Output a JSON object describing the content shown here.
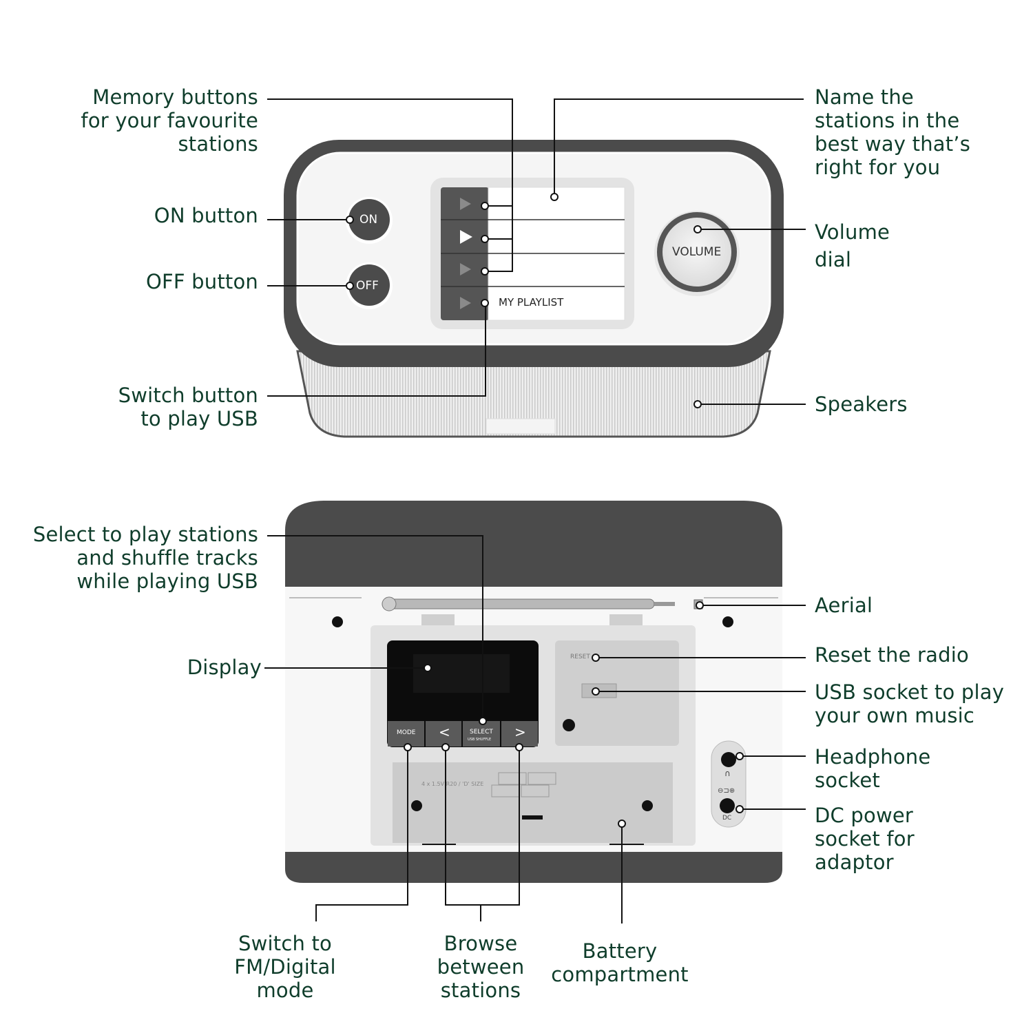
{
  "colors": {
    "label_text": "#0f3d2b",
    "body_dark": "#4a4a4a",
    "body_light": "#f2f2f2",
    "leader_line": "#111111"
  },
  "top_view": {
    "labels": {
      "memory": [
        "Memory buttons",
        "for your favourite",
        "stations"
      ],
      "on": "ON button",
      "off": "OFF button",
      "switch_usb": [
        "Switch button",
        "to play USB"
      ],
      "name": [
        "Name the",
        "stations in the",
        "best way that’s",
        "right for you"
      ],
      "volume": [
        "Volume",
        "dial"
      ],
      "speakers": "Speakers"
    },
    "device": {
      "on_button": "ON",
      "off_button": "OFF",
      "volume_dial": "VOLUME",
      "memory_slots": [
        "",
        "",
        "",
        "MY PLAYLIST"
      ],
      "play_icon": "play-triangle-icon"
    }
  },
  "back_view": {
    "labels": {
      "select": [
        "Select to play stations",
        "and shuffle tracks",
        "while playing USB"
      ],
      "display": "Display",
      "aerial": "Aerial",
      "reset": "Reset the radio",
      "usb": [
        "USB socket to play",
        "your own music"
      ],
      "headphone": [
        "Headphone",
        "socket"
      ],
      "dc": [
        "DC power",
        "socket for",
        "adaptor"
      ],
      "mode": [
        "Switch to",
        "FM/Digital",
        "mode"
      ],
      "browse": [
        "Browse",
        "between",
        "stations"
      ],
      "battery": [
        "Battery",
        "compartment"
      ]
    },
    "device": {
      "buttons": {
        "mode": "MODE",
        "prev": "<",
        "select": "SELECT",
        "select_sub": "USB SHUFFLE",
        "next": ">"
      },
      "reset_text": "RESET",
      "battery_text": "4 x 1.5V  R20 / 'D' SIZE",
      "dc_text": "DC",
      "headphone_icon": "headphone-icon",
      "polarity_icon": "⊖⊐⊕"
    }
  }
}
